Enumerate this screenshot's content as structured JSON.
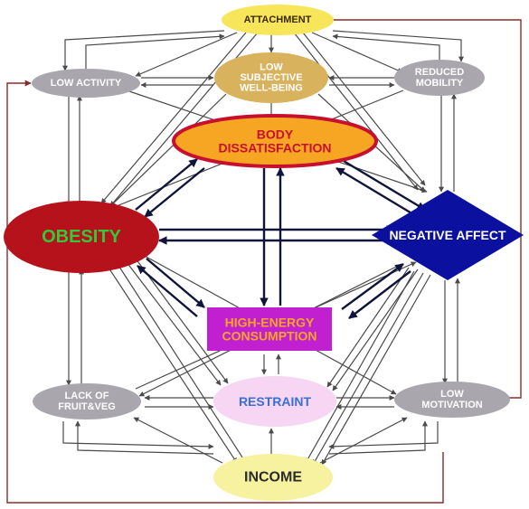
{
  "nodes": {
    "attachment": {
      "lines": [
        "ATTACHMENT"
      ],
      "fill": "#F7E65A",
      "text": "#3a2a00"
    },
    "low_activity": {
      "lines": [
        "LOW ACTIVITY"
      ],
      "fill": "#A9A6AD",
      "text": "#ffffff"
    },
    "low_swb": {
      "lines": [
        "LOW",
        "SUBJECTIVE",
        "WELL-BEING"
      ],
      "fill": "#D9B25E",
      "text": "#ffffff"
    },
    "reduced_mobility": {
      "lines": [
        "REDUCED",
        "MOBILITY"
      ],
      "fill": "#A9A6AD",
      "text": "#ffffff"
    },
    "body_dissatisfaction": {
      "lines": [
        "BODY",
        "DISSATISFACTION"
      ],
      "fill": "#F6A623",
      "stroke": "#C8102E",
      "text": "#C8102E"
    },
    "obesity": {
      "lines": [
        "OBESITY"
      ],
      "fill": "#B5121B",
      "text": "#34C83A"
    },
    "negative_affect": {
      "lines": [
        "NEGATIVE AFFECT"
      ],
      "fill": "#0B109E",
      "text": "#ffffff"
    },
    "high_energy": {
      "lines": [
        "HIGH-ENERGY",
        "CONSUMPTION"
      ],
      "fill": "#C020D0",
      "text": "#F6A623"
    },
    "lack_fruit_veg": {
      "lines": [
        "LACK OF",
        "FRUIT&VEG"
      ],
      "fill": "#A9A6AD",
      "text": "#ffffff"
    },
    "restraint": {
      "lines": [
        "RESTRAINT"
      ],
      "fill": "#F6D6F2",
      "text": "#3A6FD8"
    },
    "low_motivation": {
      "lines": [
        "LOW",
        "MOTIVATION"
      ],
      "fill": "#A9A6AD",
      "text": "#ffffff"
    },
    "income": {
      "lines": [
        "INCOME"
      ],
      "fill": "#F7F2A0",
      "text": "#2b2b2b"
    }
  },
  "colors": {
    "thin_arrow": "#4a4a4a",
    "thick_arrow": "#10143a",
    "outer_loop": "#8a2b2b"
  }
}
